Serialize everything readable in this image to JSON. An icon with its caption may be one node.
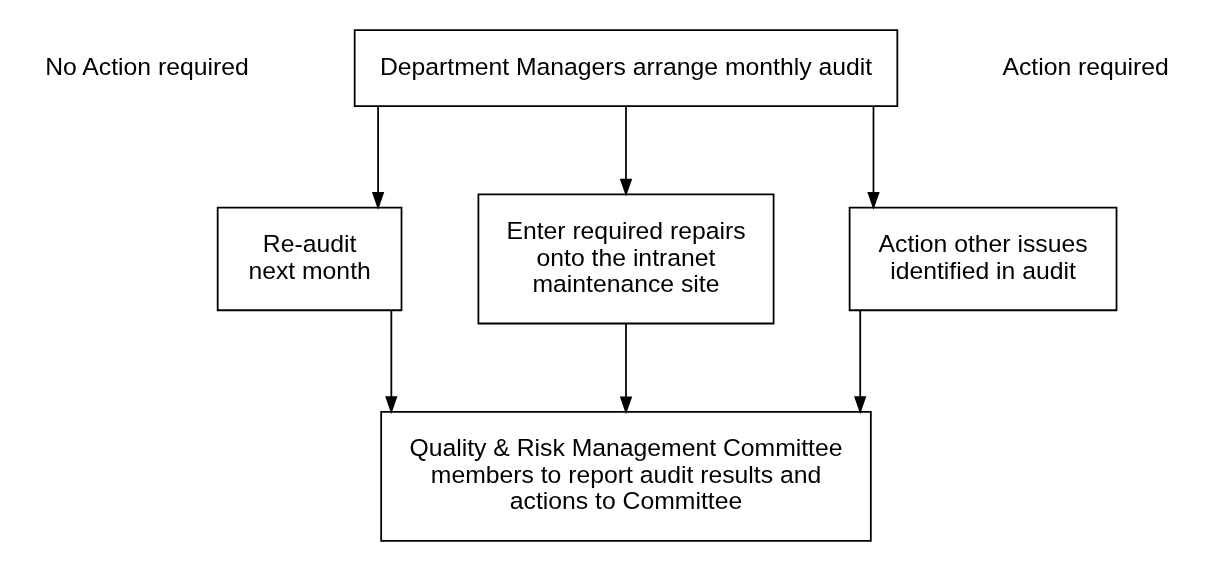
{
  "diagram": {
    "nodes": [
      {
        "text": [
          "Department Managers arrange monthly audit"
        ]
      },
      {
        "text": [
          "Re-audit next month"
        ]
      },
      {
        "text": [
          "Enter required repairs onto the intranet maintenance site"
        ]
      },
      {
        "text": [
          "Action other issues identified in audit"
        ]
      },
      {
        "text": [
          "Quality & Risk Management Committee members to report audit results and actions to Committee"
        ]
      }
    ],
    "edges": [
      {
        "from": 0,
        "to": 1,
        "arrow": "to"
      },
      {
        "from": 0,
        "to": 2,
        "arrow": "to"
      },
      {
        "from": 0,
        "to": 3,
        "arrow": "to"
      },
      {
        "from": 2,
        "to": 4,
        "arrow": "to"
      },
      {
        "from": 1,
        "to": 4,
        "arrow": "to"
      },
      {
        "from": 3,
        "to": 4,
        "arrow": "to"
      }
    ],
    "labels": [
      "No Action required",
      "Action required"
    ]
  }
}
